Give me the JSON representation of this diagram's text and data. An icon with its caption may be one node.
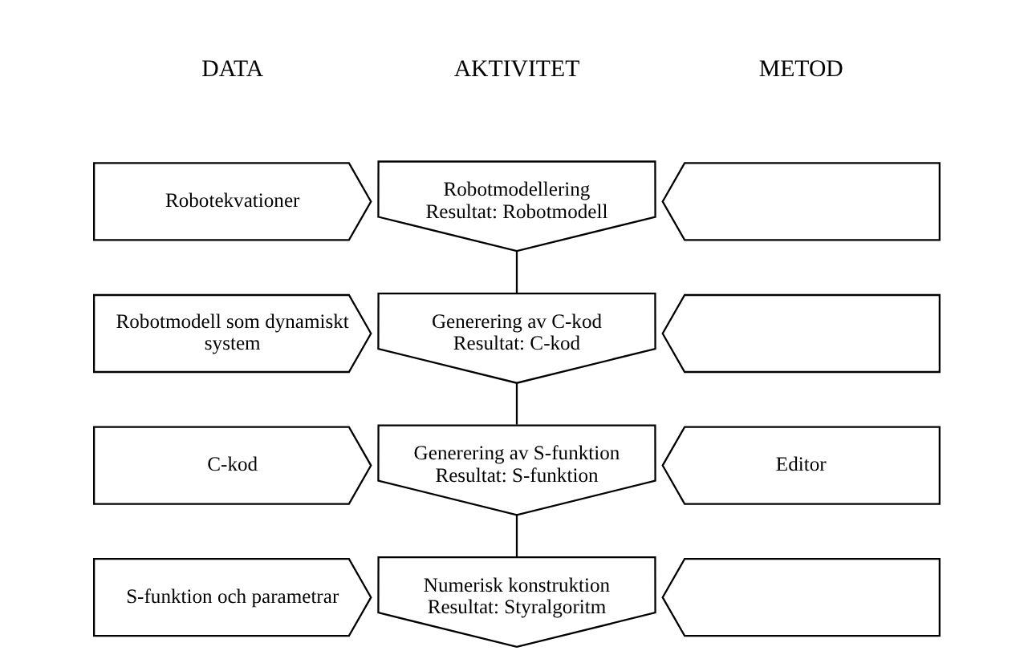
{
  "diagram": {
    "nodes": [
      {
        "text": [
          "Robotekvationer"
        ]
      },
      {
        "text": [
          "Robotmodellering",
          "Resultat: Robotmodell"
        ]
      },
      {
        "text": [],
        "shape": "pentagon"
      },
      {
        "text": [
          "Robotmodell som dynamiskt system"
        ]
      },
      {
        "text": [
          "Generering av C-kod",
          "Resultat: C-kod"
        ]
      },
      {
        "text": [],
        "shape": "pentagon"
      },
      {
        "text": [
          "C-kod"
        ]
      },
      {
        "text": [
          "Generering av S-funktion",
          "Resultat: S-funktion"
        ]
      },
      {
        "text": [
          "Editor"
        ]
      },
      {
        "text": [
          "S-funktion och parametrar"
        ]
      },
      {
        "text": [
          "Numerisk konstruktion",
          "Resultat: Styralgoritm"
        ]
      },
      {
        "text": [],
        "shape": "pentagon"
      }
    ],
    "edges": [
      {
        "from": 1,
        "to": 4,
        "arrow": "none"
      },
      {
        "from": 4,
        "to": 7,
        "arrow": "none"
      },
      {
        "from": 7,
        "to": 10,
        "arrow": "none"
      }
    ],
    "labels": [
      "DATA",
      "AKTIVITET",
      "METOD"
    ]
  }
}
